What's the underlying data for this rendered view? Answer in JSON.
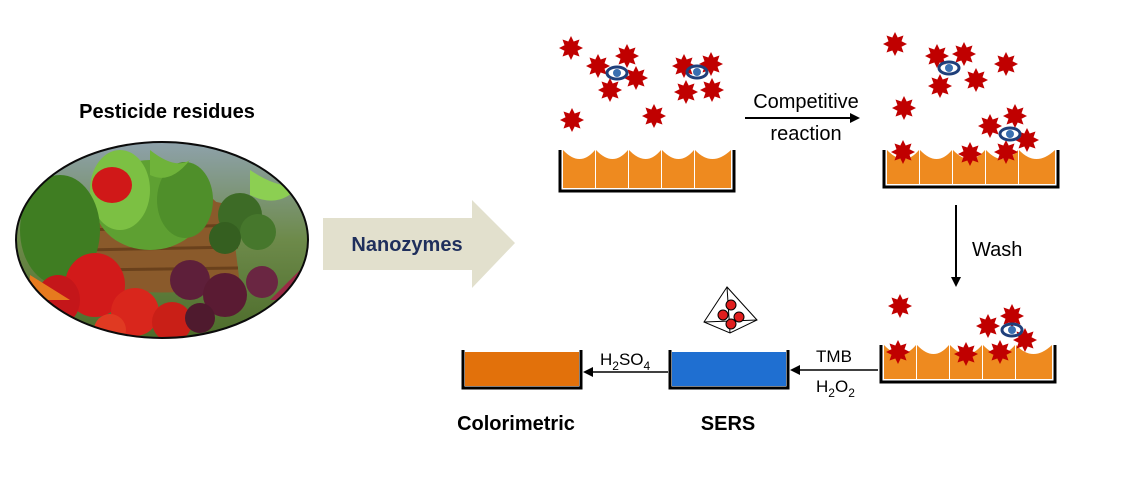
{
  "title": "Pesticide residues",
  "nanozymes_label": "Nanozymes",
  "step1": {
    "line1": "Competitive",
    "line2": "reaction"
  },
  "step2": "Wash",
  "reagents": {
    "tmb": "TMB",
    "h2o2_main": "H",
    "h2o2_sub1": "2",
    "h2o2_mid": "O",
    "h2o2_sub2": "2"
  },
  "acid": {
    "main1": "H",
    "sub1": "2",
    "main2": "SO",
    "sub2": "4"
  },
  "outputs": {
    "sers": "SERS",
    "colorimetric": "Colorimetric"
  },
  "colors": {
    "star_red": "#c00000",
    "wave_orange": "#ee8a1f",
    "sers_blue": "#1f6fd1",
    "colorimetric_orange": "#e2710b",
    "arrow_beige": "#e2e0cd",
    "antibody_blue": "#1f3f7a",
    "photo_green": "#5a8f3a"
  }
}
